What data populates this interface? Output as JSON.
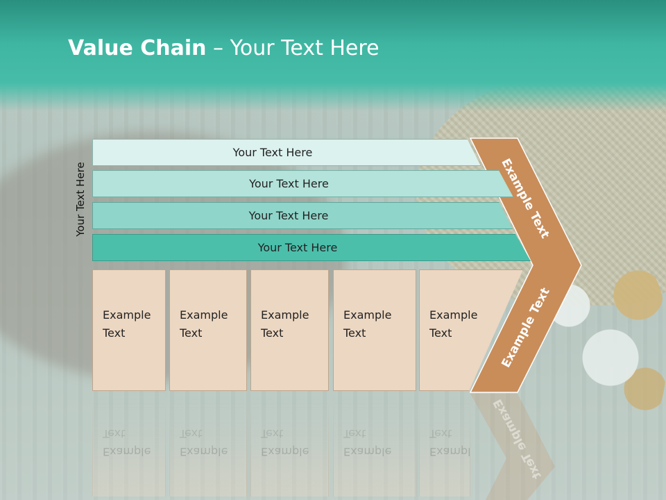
{
  "slide": {
    "title_bold": "Value Chain",
    "title_rest": " – Your Text Here",
    "side_label": "Your Text Here"
  },
  "bands": [
    {
      "label": "Your Text Here"
    },
    {
      "label": "Your Text Here"
    },
    {
      "label": "Your Text Here"
    },
    {
      "label": "Your Text Here"
    }
  ],
  "columns": [
    {
      "line1": "Example",
      "line2": "Text"
    },
    {
      "line1": "Example",
      "line2": "Text"
    },
    {
      "line1": "Example",
      "line2": "Text"
    },
    {
      "line1": "Example",
      "line2": "Text"
    },
    {
      "line1": "Example",
      "line2": "Text"
    }
  ],
  "chevron": {
    "top_label": "Example Text",
    "bottom_label": "Example Text",
    "color": "#c98d5a"
  },
  "colors": {
    "banner": "#47bda9",
    "band1": "#dcf2ef",
    "band2": "#b3e3da",
    "band3": "#8fd5c9",
    "band4": "#4cbfab",
    "column_fill": "#ecd7c2"
  }
}
